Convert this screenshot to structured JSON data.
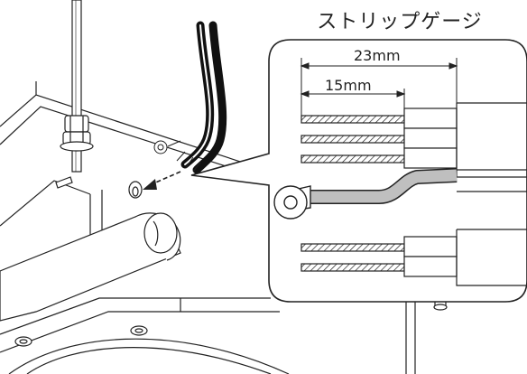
{
  "title": "ストリップゲージ",
  "dimensions": {
    "long": "23mm",
    "short": "15mm"
  },
  "colors": {
    "line": "#222222",
    "cable": "#111111",
    "wire_gray": "#bfbfbf",
    "background": "#ffffff"
  },
  "icons": {
    "arrow": "down-left-arrow",
    "terminal": "ring-terminal"
  }
}
